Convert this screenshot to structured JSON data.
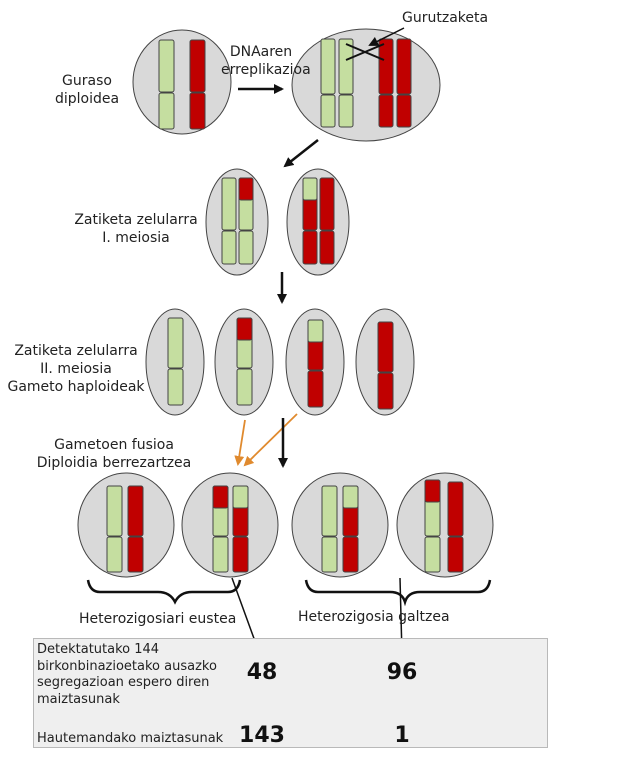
{
  "labels": {
    "gurutzaketa": "Gurutzaketa",
    "dna_replication": [
      "DNAaren",
      "erreplikazioa"
    ],
    "parent_diploid": [
      "Guraso",
      "diploidea"
    ],
    "meiosis_one": [
      "Zatiketa zelularra",
      "I. meiosia"
    ],
    "meiosis_two": [
      "Zatiketa zelularra",
      "II. meiosia",
      "Gameto haploideak"
    ],
    "fusion": [
      "Gametoen fusioa",
      "Diploidia berrezartzea"
    ],
    "heterozygosity_kept": "Heterozigosiari eustea",
    "heterozygosity_lost": "Heterozigosia galtzea"
  },
  "table": {
    "expected_label": [
      "Detektatutako 144",
      "birkonbinazioetako ausazko",
      "segregazioan espero diren",
      "maiztasunak"
    ],
    "expected_values": [
      "48",
      "96"
    ],
    "observed_label": "Hautemandako maiztasunak",
    "observed_values": [
      "143",
      "1"
    ]
  },
  "colors": {
    "cell_fill": "#d9d9d9",
    "cell_stroke": "#444444",
    "chromosome_green": "#c5dea0",
    "chromosome_red": "#c00000",
    "arrow": "#111111",
    "fusion_arrow": "#e08a2e",
    "table_background": "#efefef"
  }
}
